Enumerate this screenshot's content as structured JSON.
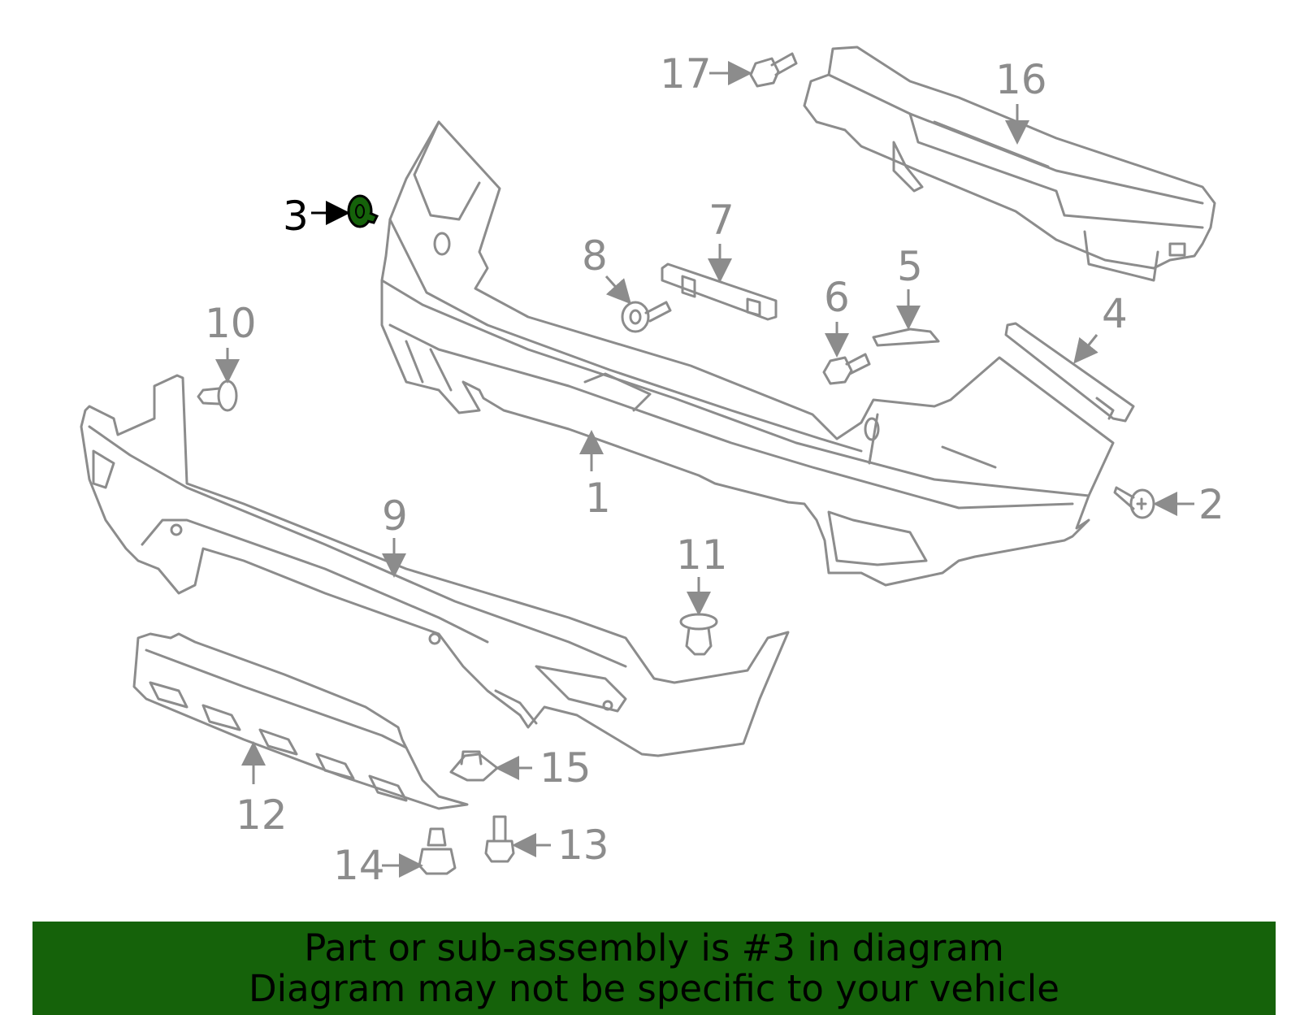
{
  "highlight": {
    "part": "3",
    "color": "#15620a"
  },
  "callouts": [
    "1",
    "2",
    "3",
    "4",
    "5",
    "6",
    "7",
    "8",
    "9",
    "10",
    "11",
    "12",
    "13",
    "14",
    "15",
    "16",
    "17"
  ],
  "banner": {
    "line1": "Part or sub-assembly is #3 in diagram",
    "line2": "Diagram may not be specific to your vehicle",
    "background": "#15620a"
  },
  "colors": {
    "line": "#8c8c8c",
    "label": "#8c8c8c",
    "highlight_label": "#000000"
  }
}
